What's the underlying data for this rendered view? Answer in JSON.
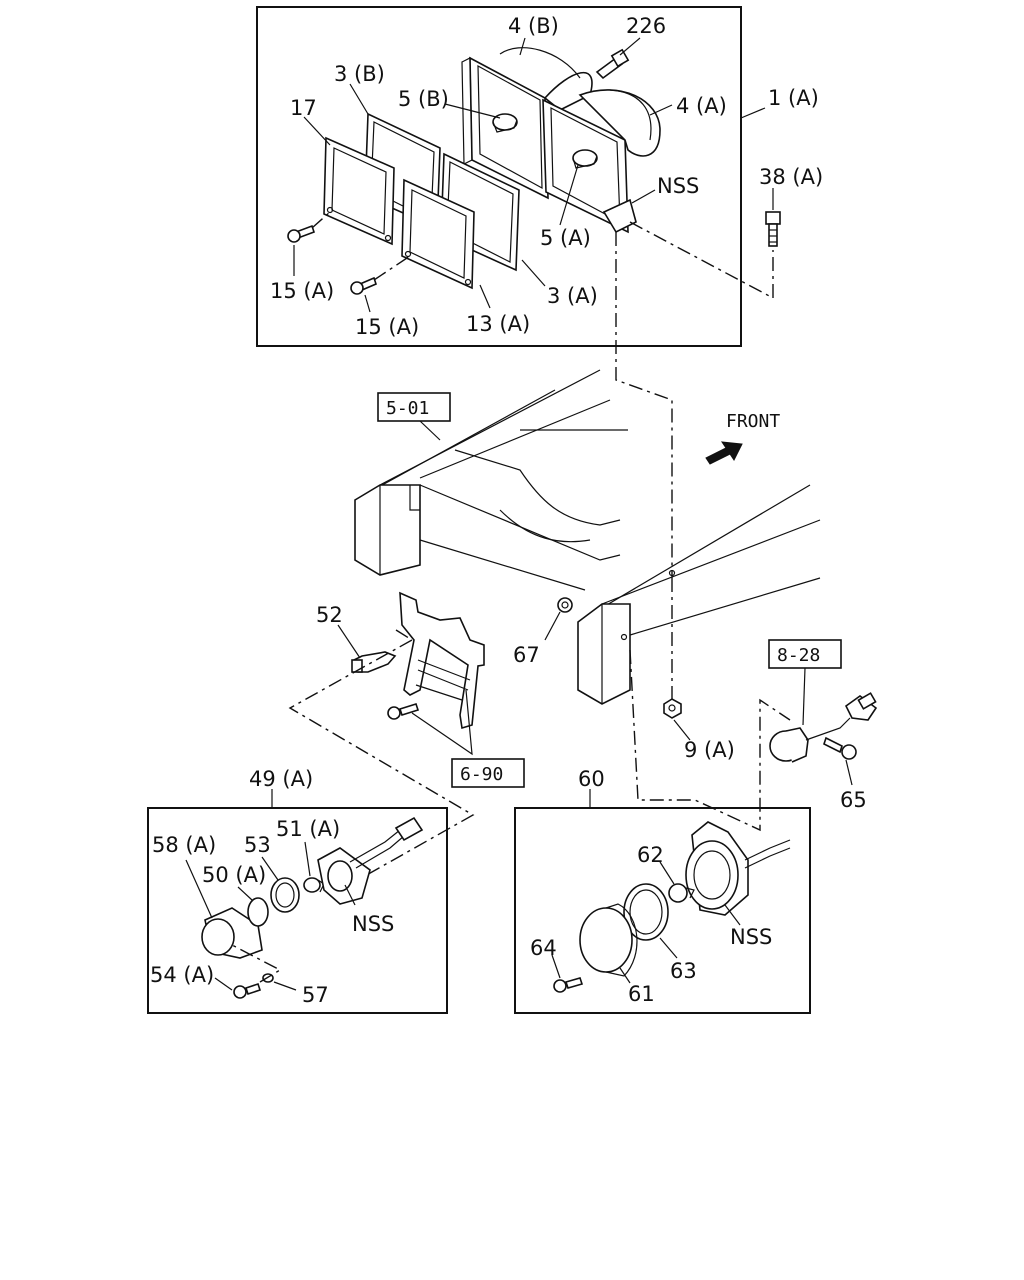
{
  "diagram": {
    "direction_label": "FRONT",
    "ref_boxes": {
      "frame": "5-01",
      "bracket": "6-90",
      "harness": "8-28"
    },
    "headlamp_group": {
      "assembly": "1 (A)",
      "housing_b": "4 (B)",
      "housing_a": "4 (A)",
      "screw_226": "226",
      "bulb_b": "5 (B)",
      "bulb_a": "5 (A)",
      "gasket_b": "3 (B)",
      "gasket_a": "3 (A)",
      "rim_17": "17",
      "rim_13a": "13 (A)",
      "screw_15a_1": "15 (A)",
      "screw_15a_2": "15 (A)",
      "bolt_38a": "38 (A)",
      "nss": "NSS"
    },
    "chassis": {
      "clip_52": "52",
      "nut_67": "67",
      "nut_9a": "9 (A)",
      "bolt_65": "65"
    },
    "side_lamp_group": {
      "assembly": "49 (A)",
      "lens_58a": "58 (A)",
      "packing_50a": "50 (A)",
      "ring_53": "53",
      "bulb_51a": "51 (A)",
      "screw_54a": "54 (A)",
      "washer_57": "57",
      "nss": "NSS"
    },
    "fog_lamp_group": {
      "assembly": "60",
      "bulb_62": "62",
      "screw_64": "64",
      "ring_63": "63",
      "lens_61": "61",
      "nss": "NSS"
    }
  }
}
